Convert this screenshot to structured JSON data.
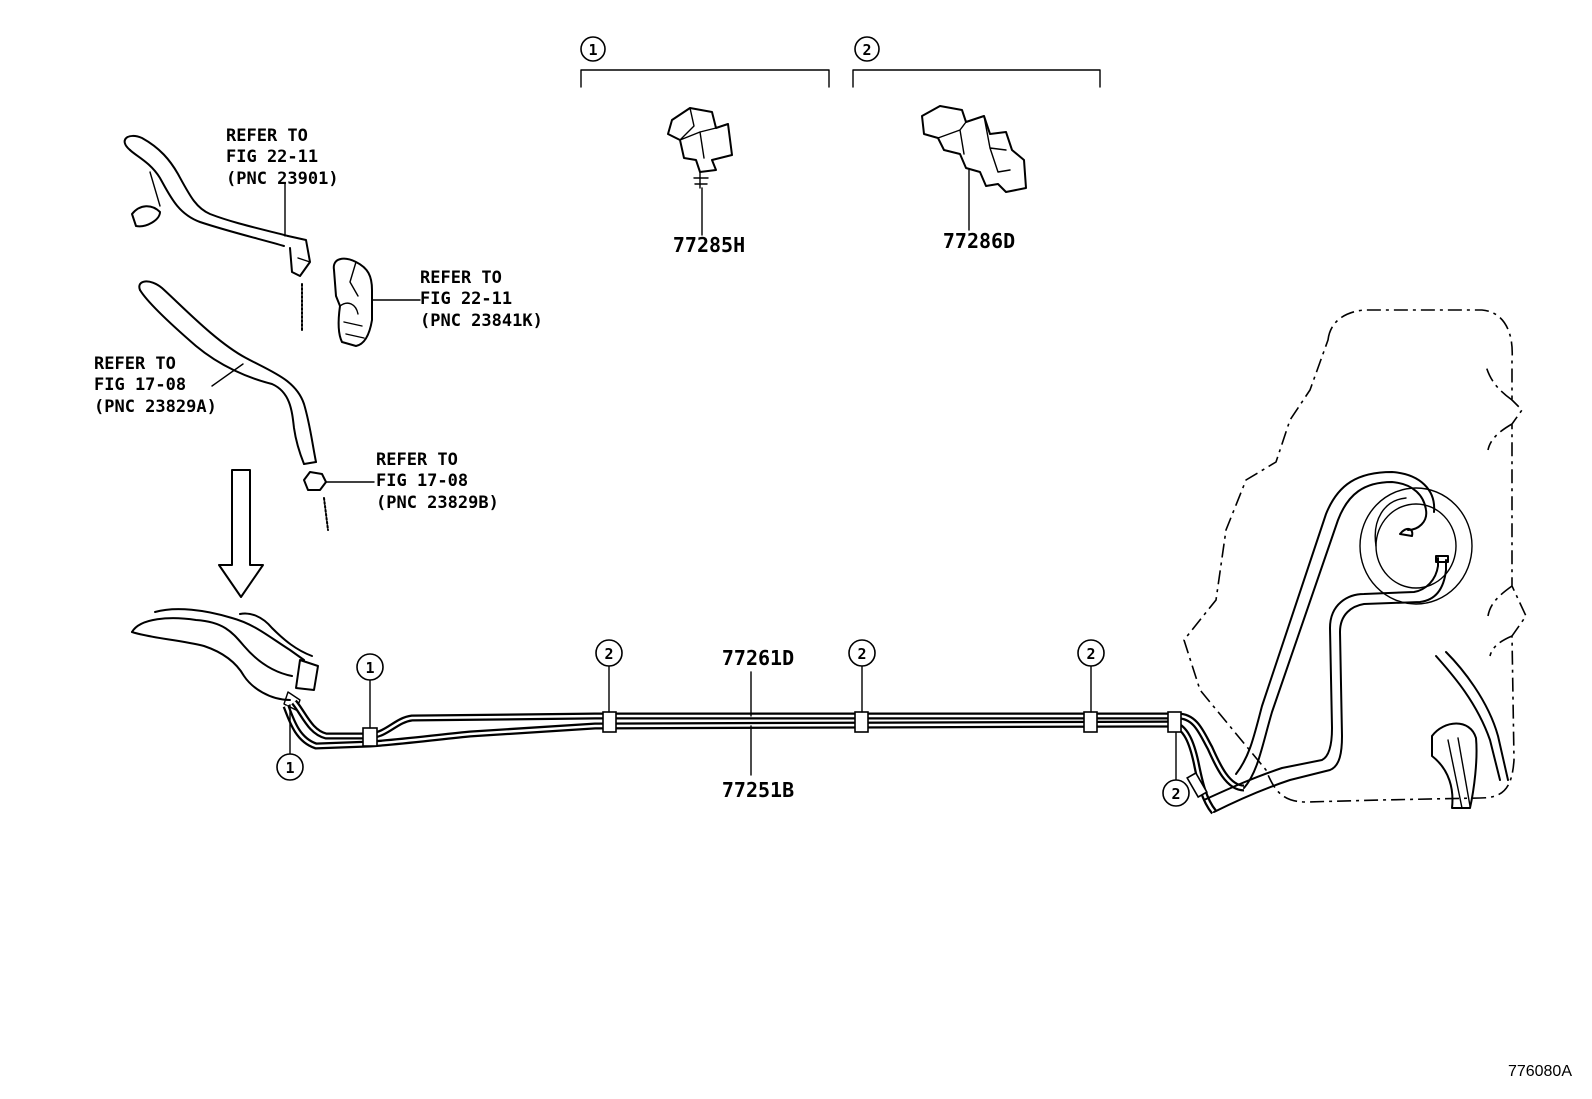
{
  "legend": {
    "items": [
      {
        "key": "1",
        "part_number": "77285H"
      },
      {
        "key": "2",
        "part_number": "77286D"
      }
    ]
  },
  "refers": [
    {
      "line1": "REFER TO",
      "line2": "FIG 22-11",
      "line3": "(PNC 23901)"
    },
    {
      "line1": "REFER TO",
      "line2": "FIG 22-11",
      "line3": "(PNC 23841K)"
    },
    {
      "line1": "REFER TO",
      "line2": "FIG 17-08",
      "line3": "(PNC 23829A)"
    },
    {
      "line1": "REFER TO",
      "line2": "FIG 17-08",
      "line3": "(PNC 23829B)"
    }
  ],
  "tubes": {
    "upper_pn": "77261D",
    "lower_pn": "77251B"
  },
  "clamp_callouts": [
    "1",
    "2",
    "2",
    "2",
    "1",
    "2"
  ],
  "figure_code": "776080A"
}
